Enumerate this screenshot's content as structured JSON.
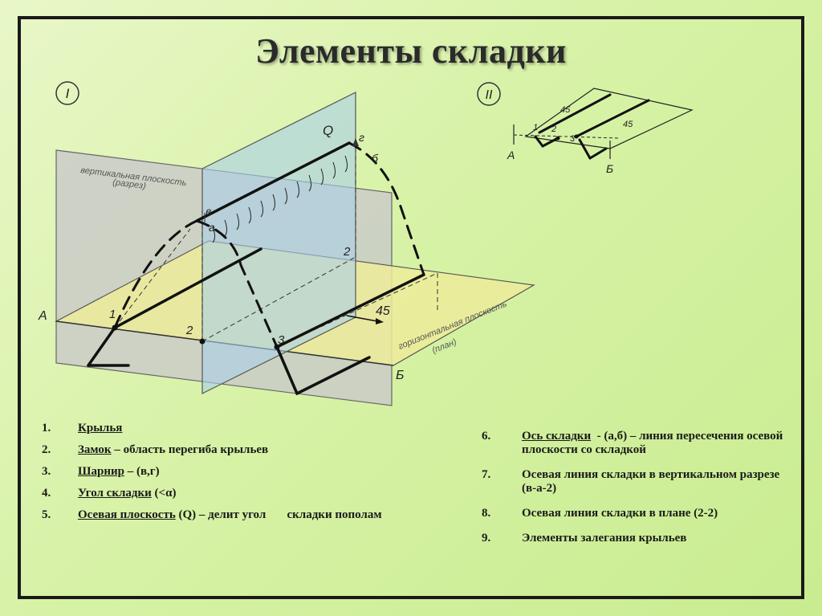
{
  "title": "Элементы складки",
  "diagram1": {
    "roman": "I",
    "plane_q": "Q",
    "vertical_plane": [
      "вертикальная плоскость",
      "(разрез)"
    ],
    "horizontal_plane": [
      "горизонтальная плоскость",
      "(план)"
    ],
    "point_a": "а",
    "point_b": "б",
    "point_v": "в",
    "point_g": "г",
    "num1": "1",
    "num2": "2",
    "num2b": "2",
    "num3": "3",
    "label_A": "А",
    "label_B": "Б",
    "angle": "45"
  },
  "diagram2": {
    "roman": "II",
    "angle_top": "45",
    "angle_right": "45",
    "num1": "1",
    "num2": "2",
    "num3": "3",
    "label_A": "А",
    "label_B": "Б"
  },
  "legend_left": [
    {
      "num": "1.",
      "term": "Крылья",
      "rest": ""
    },
    {
      "num": "2.",
      "term": "Замок",
      "rest": " – область перегиба крыльев"
    },
    {
      "num": "3.",
      "term": "Шарнир",
      "rest": " – (в,г)"
    },
    {
      "num": "4.",
      "term": "Угол складки",
      "rest": " (<α)"
    },
    {
      "num": "5.",
      "term": "Осевая плоскость",
      "rest": " (Q) – делит угол       складки пополам"
    }
  ],
  "legend_right": [
    {
      "num": "6.",
      "term": "Ось складки",
      "rest": "  - (а,б) – линия пересечения осевой плоскости со складкой"
    },
    {
      "num": "7.",
      "term": "",
      "rest": "Осевая линия складки в вертикальном разрезе (в-а-2)"
    },
    {
      "num": "8.",
      "term": "",
      "rest": "Осевая линия складки в плане (2-2)"
    },
    {
      "num": "9.",
      "term": "",
      "rest": "Элементы залегания крыльев"
    }
  ]
}
